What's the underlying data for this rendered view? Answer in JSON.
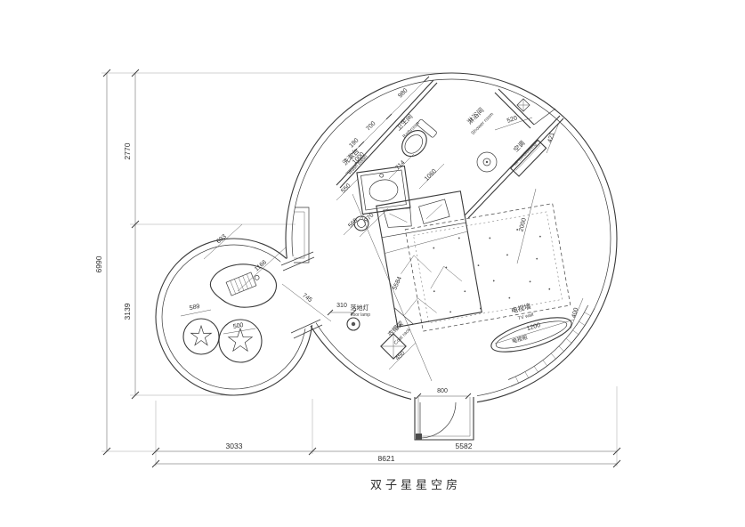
{
  "title": "双子星星空房",
  "labels": {
    "washbasin": {
      "cn": "洗漱台",
      "en": "Wash basin"
    },
    "bathroom": {
      "cn": "卫生间",
      "en": "Bathroom"
    },
    "shower": {
      "cn": "淋浴间",
      "en": "Shower room"
    },
    "aircon": {
      "cn": "空调",
      "en": "air conditioning"
    },
    "floorlamp": {
      "cn": "落地灯",
      "en": "floor lamp"
    },
    "coatrack": {
      "cn": "衣帽架",
      "en": "Coat rack"
    },
    "tvwall": {
      "cn": "电视墙",
      "en": "TV wall"
    },
    "tvcabinet": {
      "cn": "电视柜"
    }
  },
  "dims": {
    "overall_width": "8621",
    "width_left": "3033",
    "width_right": "5582",
    "overall_height": "6990",
    "height_top": "2770",
    "height_bottom": "3139",
    "d190": "190",
    "d700": "700",
    "d980": "980",
    "d520": "520",
    "d421": "421",
    "d714": "714",
    "d1000": "1000",
    "d1060": "1060",
    "d550": "550",
    "d565": "565",
    "d970": "970",
    "d2000": "2000",
    "d5584": "5584",
    "d745": "745",
    "d693": "693",
    "d1166": "1166",
    "d589": "589",
    "d500": "500",
    "d310": "310",
    "d450": "450",
    "d400": "400",
    "d1200": "1200",
    "d800": "800"
  }
}
